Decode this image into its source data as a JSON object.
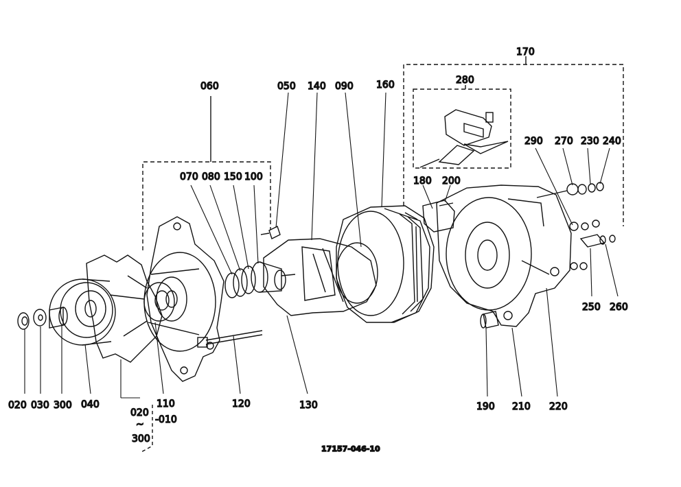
{
  "diagram": {
    "drawing_number": "17157-046-10",
    "callouts": {
      "c060": "060",
      "c050": "050",
      "c140": "140",
      "c090": "090",
      "c160": "160",
      "c170": "170",
      "c280": "280",
      "c290": "290",
      "c270": "270",
      "c230": "230",
      "c240": "240",
      "c070": "070",
      "c080": "080",
      "c150": "150",
      "c100": "100",
      "c180": "180",
      "c200": "200",
      "c250": "250",
      "c260": "260",
      "c020": "020",
      "c030": "030",
      "c300": "300",
      "c040": "040",
      "c110": "110",
      "c120": "120",
      "c130": "130",
      "c190": "190",
      "c210": "210",
      "c220": "220",
      "k020": "020",
      "k010": "-010",
      "k300": "300"
    }
  }
}
